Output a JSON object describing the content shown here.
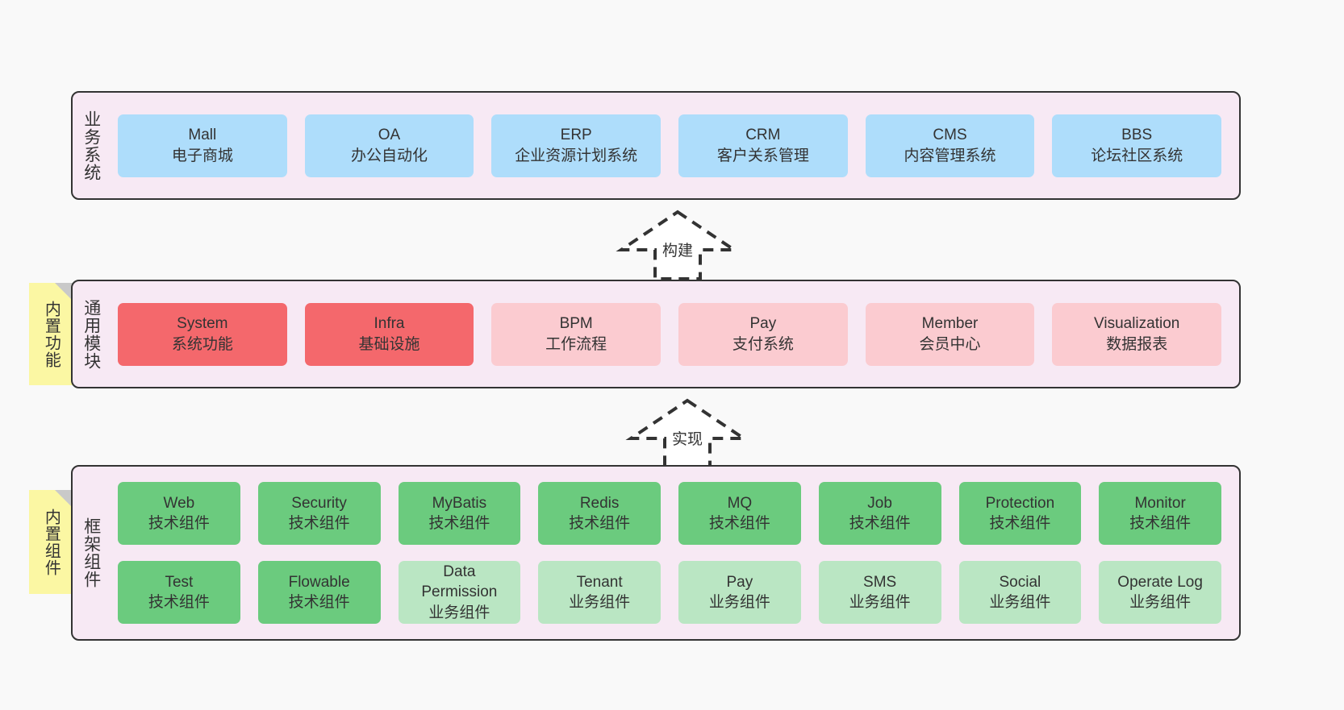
{
  "diagram": {
    "background_color": "#f9f9f9",
    "panel_color": "#f7e9f4",
    "panel_border_color": "#333333"
  },
  "layers": [
    {
      "id": "business",
      "label": "业务系统",
      "card_color": "#aeddfb",
      "rows": [
        {
          "cards": [
            {
              "title": "Mall",
              "subtitle": "电子商城"
            },
            {
              "title": "OA",
              "subtitle": "办公自动化"
            },
            {
              "title": "ERP",
              "subtitle": "企业资源计划系统"
            },
            {
              "title": "CRM",
              "subtitle": "客户关系管理"
            },
            {
              "title": "CMS",
              "subtitle": "内容管理系统"
            },
            {
              "title": "BBS",
              "subtitle": "论坛社区系统"
            }
          ]
        }
      ]
    },
    {
      "id": "common",
      "label": "通用模块",
      "sticky": "内置功能",
      "rows": [
        {
          "cards": [
            {
              "title": "System",
              "subtitle": "系统功能",
              "color": "#f4686c"
            },
            {
              "title": "Infra",
              "subtitle": "基础设施",
              "color": "#f4686c"
            },
            {
              "title": "BPM",
              "subtitle": "工作流程",
              "color": "#fbcbd0"
            },
            {
              "title": "Pay",
              "subtitle": "支付系统",
              "color": "#fbcbd0"
            },
            {
              "title": "Member",
              "subtitle": "会员中心",
              "color": "#fbcbd0"
            },
            {
              "title": "Visualization",
              "subtitle": "数据报表",
              "color": "#fbcbd0"
            }
          ]
        }
      ]
    },
    {
      "id": "framework",
      "label": "框架组件",
      "sticky": "内置组件",
      "rows": [
        {
          "cards": [
            {
              "title": "Web",
              "subtitle": "技术组件",
              "color": "#6bcb7e"
            },
            {
              "title": "Security",
              "subtitle": "技术组件",
              "color": "#6bcb7e"
            },
            {
              "title": "MyBatis",
              "subtitle": "技术组件",
              "color": "#6bcb7e"
            },
            {
              "title": "Redis",
              "subtitle": "技术组件",
              "color": "#6bcb7e"
            },
            {
              "title": "MQ",
              "subtitle": "技术组件",
              "color": "#6bcb7e"
            },
            {
              "title": "Job",
              "subtitle": "技术组件",
              "color": "#6bcb7e"
            },
            {
              "title": "Protection",
              "subtitle": "技术组件",
              "color": "#6bcb7e"
            },
            {
              "title": "Monitor",
              "subtitle": "技术组件",
              "color": "#6bcb7e"
            }
          ]
        },
        {
          "cards": [
            {
              "title": "Test",
              "subtitle": "技术组件",
              "color": "#6bcb7e"
            },
            {
              "title": "Flowable",
              "subtitle": "技术组件",
              "color": "#6bcb7e"
            },
            {
              "title": "Data",
              "title2": "Permission",
              "subtitle": "业务组件",
              "color": "#bae6c3"
            },
            {
              "title": "Tenant",
              "subtitle": "业务组件",
              "color": "#bae6c3"
            },
            {
              "title": "Pay",
              "subtitle": "业务组件",
              "color": "#bae6c3"
            },
            {
              "title": "SMS",
              "subtitle": "业务组件",
              "color": "#bae6c3"
            },
            {
              "title": "Social",
              "subtitle": "业务组件",
              "color": "#bae6c3"
            },
            {
              "title": "Operate Log",
              "subtitle": "业务组件",
              "color": "#bae6c3"
            }
          ]
        }
      ]
    }
  ],
  "arrows": [
    {
      "id": "build",
      "label": "构建",
      "style": "dashed-hollow-up"
    },
    {
      "id": "implement",
      "label": "实现",
      "style": "dashed-hollow-up"
    }
  ]
}
